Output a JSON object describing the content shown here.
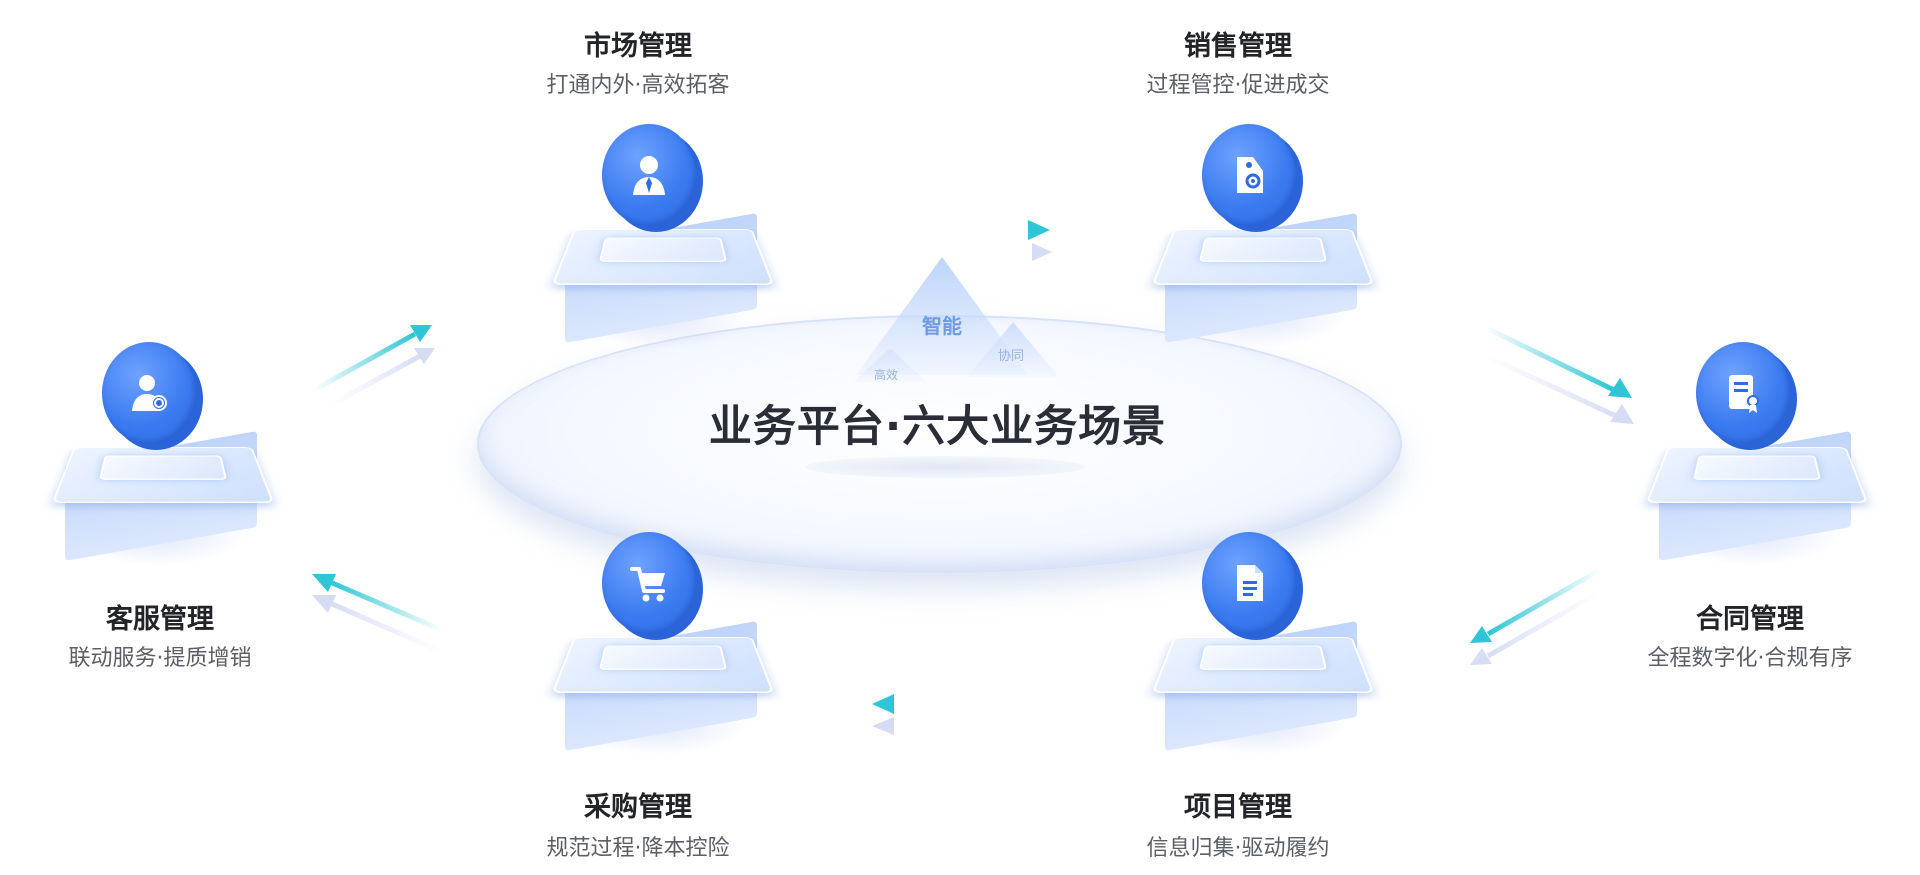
{
  "center": {
    "title": "业务平台·六大业务场景",
    "peak_main": "智能",
    "peak_left": "高效",
    "peak_right": "协同"
  },
  "modules": [
    {
      "key": "market",
      "title": "市场管理",
      "subtitle": "打通内外·高效拓客",
      "icon": "user-tie-icon"
    },
    {
      "key": "sales",
      "title": "销售管理",
      "subtitle": "过程管控·促进成交",
      "icon": "price-tag-icon"
    },
    {
      "key": "contract",
      "title": "合同管理",
      "subtitle": "全程数字化·合规有序",
      "icon": "contract-document-icon"
    },
    {
      "key": "project",
      "title": "项目管理",
      "subtitle": "信息归集·驱动履约",
      "icon": "document-icon"
    },
    {
      "key": "purchase",
      "title": "采购管理",
      "subtitle": "规范过程·降本控险",
      "icon": "shopping-cart-icon"
    },
    {
      "key": "service",
      "title": "客服管理",
      "subtitle": "联动服务·提质增销",
      "icon": "customer-service-icon"
    }
  ],
  "colors": {
    "accent_blue": "#3b7bf0",
    "arrow_cyan": "#2ec5d6",
    "arrow_lavender": "#dfe3f7",
    "platform_light": "#dbe7fd"
  }
}
